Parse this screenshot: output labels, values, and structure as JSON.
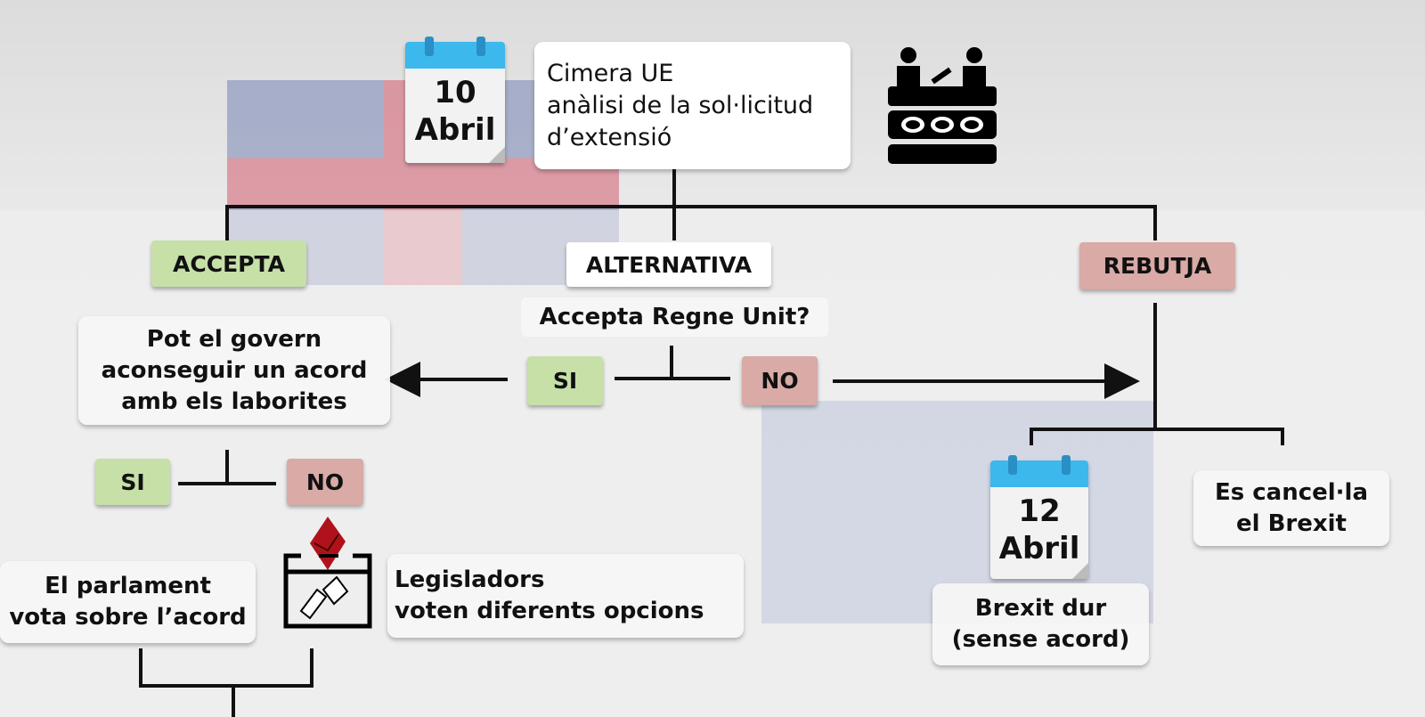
{
  "top": {
    "calendar": {
      "day": "10",
      "month": "Abril"
    },
    "summit": {
      "line1": "Cimera UE",
      "line2": "anàlisi de la sol·licitud",
      "line3": "d’extensió"
    }
  },
  "branches": {
    "accept": "ACCEPTA",
    "alternative": "ALTERNATIVA",
    "reject": "REBUTJA"
  },
  "alternative": {
    "question": "Accepta Regne Unit?",
    "yes": "SI",
    "no": "NO"
  },
  "accept": {
    "question": {
      "line1": "Pot el govern",
      "line2": "aconseguir un acord",
      "line3": "amb els laborites"
    },
    "yes": "SI",
    "no": "NO",
    "parliament": {
      "line1": "El parlament",
      "line2": "vota sobre l’acord"
    },
    "legislators": {
      "line1": "Legisladors",
      "line2": "voten diferents opcions"
    }
  },
  "reject": {
    "calendar": {
      "day": "12",
      "month": "Abril"
    },
    "hard_brexit": {
      "line1": "Brexit dur",
      "line2": "(sense acord)"
    },
    "cancel": {
      "line1": "Es cancel·la",
      "line2": "el Brexit"
    }
  },
  "colors": {
    "yes": "#c6e0a8",
    "no": "#d9aaa6",
    "calendar": "#3db8ec",
    "ballot": "#b0121b"
  }
}
